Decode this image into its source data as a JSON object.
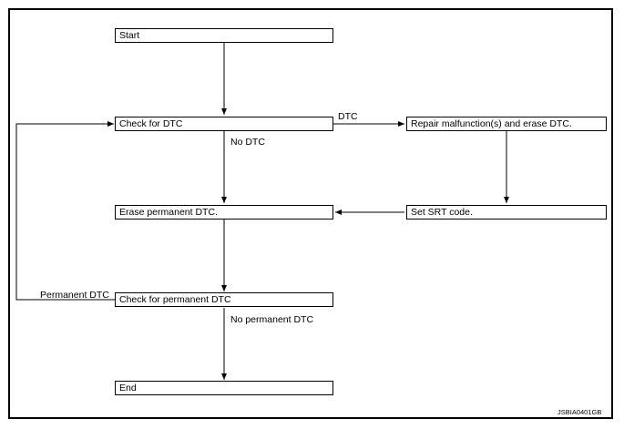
{
  "flowchart": {
    "steps": {
      "start": "Start",
      "check_dtc": "Check for DTC",
      "repair": "Repair malfunction(s) and erase DTC.",
      "set_srt": "Set SRT code.",
      "erase_permanent": "Erase permanent DTC.",
      "check_permanent": "Check for permanent DTC",
      "end": "End"
    },
    "edges": {
      "dtc": "DTC",
      "no_dtc": "No DTC",
      "permanent_dtc": "Permanent DTC",
      "no_permanent_dtc": "No permanent DTC"
    },
    "figure_code": "JSBIA0401GB"
  }
}
